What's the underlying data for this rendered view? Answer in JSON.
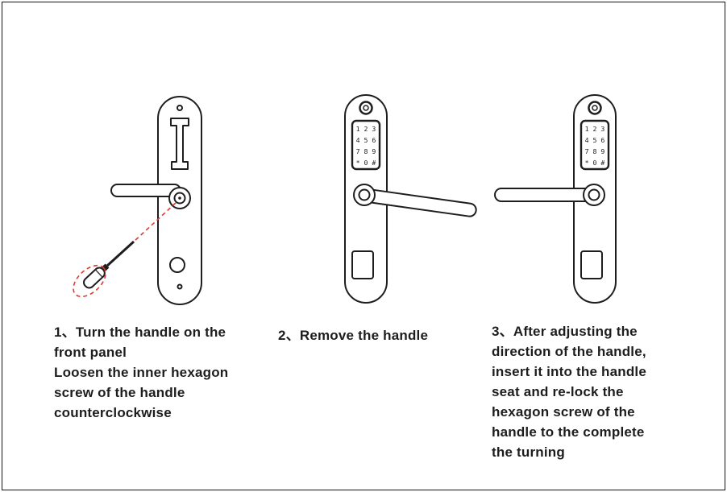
{
  "colors": {
    "accent": "#e03a2f",
    "line": "#1e1e1e"
  },
  "keypad": {
    "rows": [
      "1 2 3",
      "4 5 6",
      "7 8 9",
      "* 0 #"
    ]
  },
  "steps": [
    "1、Turn the handle on the\nfront panel\nLoosen the inner hexagon\nscrew of the handle\ncounterclockwise",
    "2、Remove the handle",
    "3、After adjusting the\ndirection of the handle,\ninsert it into the handle\nseat and re-lock the\nhexagon screw of the\nhandle to the complete\nthe turning"
  ]
}
